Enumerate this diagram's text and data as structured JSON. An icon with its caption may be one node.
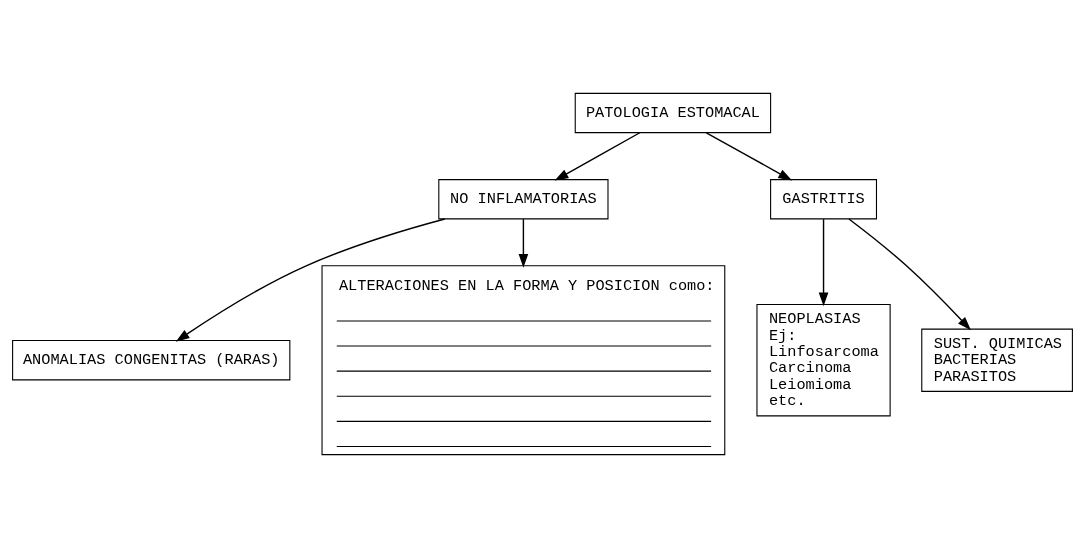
{
  "diagram": {
    "nodes": [
      {
        "text": [
          "PATOLOGIA ESTOMACAL"
        ]
      },
      {
        "text": [
          "NO INFLAMATORIAS"
        ]
      },
      {
        "text": [
          "GASTRITIS"
        ]
      },
      {
        "text": [
          "ANOMALIAS CONGENITAS (RARAS)"
        ]
      },
      {
        "text": [
          "ALTERACIONES EN LA FORMA Y POSICION como:"
        ]
      },
      {
        "text": [
          "NEOPLASIAS",
          "Ej:",
          "Linfosarcoma",
          "Carcinoma",
          "Leiomioma",
          "etc."
        ]
      },
      {
        "text": [
          "SUST. QUIMICAS",
          "BACTERIAS",
          "PARASITOS"
        ]
      }
    ],
    "edges": [
      {
        "from": 0,
        "to": 1,
        "arrow": "to"
      },
      {
        "from": 0,
        "to": 2,
        "arrow": "to"
      },
      {
        "from": 1,
        "to": 3,
        "arrow": "to"
      },
      {
        "from": 1,
        "to": 4,
        "arrow": "to"
      },
      {
        "from": 2,
        "to": 5,
        "arrow": "to"
      },
      {
        "from": 2,
        "to": 6,
        "arrow": "to"
      }
    ]
  }
}
